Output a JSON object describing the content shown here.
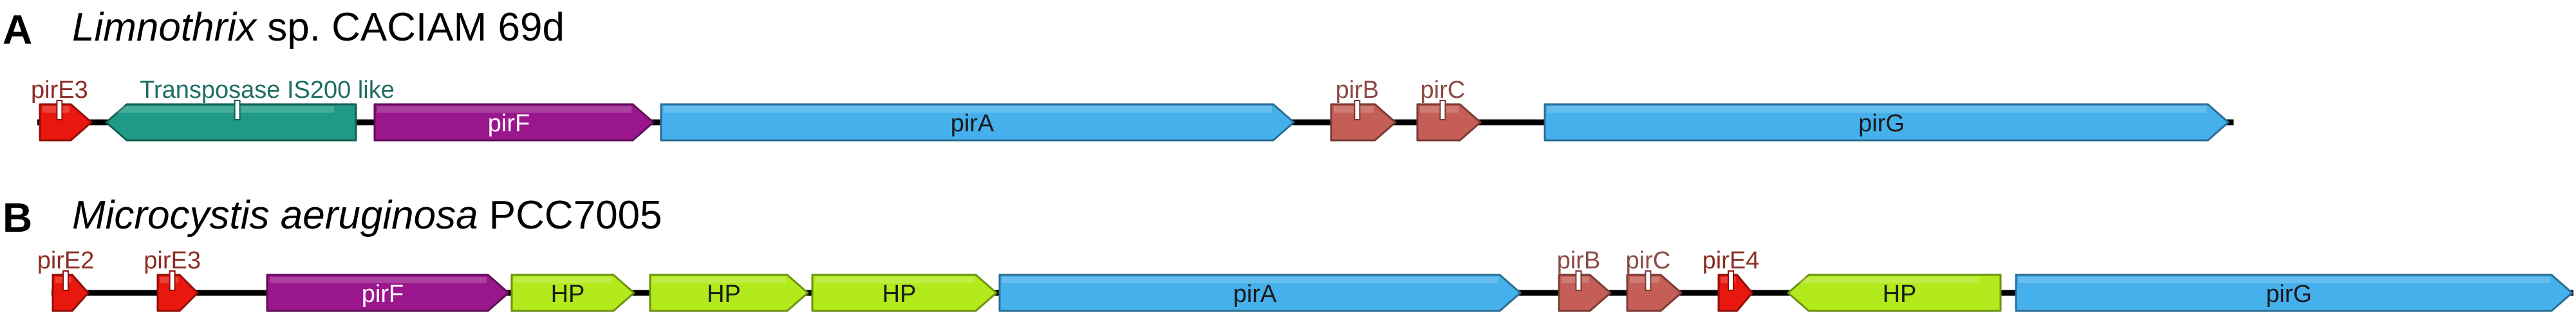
{
  "panels": [
    {
      "letter": "A",
      "organism_italic": "Limnothrix",
      "organism_rest": " sp. CACIAM 69d",
      "genes": [
        {
          "label": "pirE3",
          "color": "#e8180e",
          "dir": "fwd",
          "label_pos": "above",
          "label_color": "#8b2d23"
        },
        {
          "label": "Transposase IS200 like",
          "color": "#1e9a86",
          "dir": "rev",
          "label_pos": "above",
          "label_color": "#1f6f62"
        },
        {
          "label": "pirF",
          "color": "#9a168c",
          "dir": "fwd",
          "label_pos": "inside",
          "label_color": "#ffffff"
        },
        {
          "label": "pirA",
          "color": "#45b0ec",
          "dir": "fwd",
          "label_pos": "inside",
          "label_color": "#1a1a1a"
        },
        {
          "label": "pirB",
          "color": "#c45e56",
          "dir": "fwd",
          "label_pos": "above",
          "label_color": "#8b4a43"
        },
        {
          "label": "pirC",
          "color": "#c45e56",
          "dir": "fwd",
          "label_pos": "above",
          "label_color": "#8b4a43"
        },
        {
          "label": "pirG",
          "color": "#45b0ec",
          "dir": "fwd",
          "label_pos": "inside",
          "label_color": "#1a1a1a"
        }
      ]
    },
    {
      "letter": "B",
      "organism_italic": "Microcystis aeruginosa",
      "organism_rest": " PCC7005",
      "genes": [
        {
          "label": "pirE2",
          "color": "#e8180e",
          "dir": "fwd",
          "label_pos": "above",
          "label_color": "#8b2d23"
        },
        {
          "label": "pirE3",
          "color": "#e8180e",
          "dir": "fwd",
          "label_pos": "above",
          "label_color": "#8b2d23"
        },
        {
          "label": "pirF",
          "color": "#9a168c",
          "dir": "fwd",
          "label_pos": "inside",
          "label_color": "#ffffff"
        },
        {
          "label": "HP",
          "color": "#b2ea1c",
          "dir": "fwd",
          "label_pos": "inside",
          "label_color": "#1a1a1a"
        },
        {
          "label": "HP",
          "color": "#b2ea1c",
          "dir": "fwd",
          "label_pos": "inside",
          "label_color": "#1a1a1a"
        },
        {
          "label": "HP",
          "color": "#b2ea1c",
          "dir": "fwd",
          "label_pos": "inside",
          "label_color": "#1a1a1a"
        },
        {
          "label": "pirA",
          "color": "#45b0ec",
          "dir": "fwd",
          "label_pos": "inside",
          "label_color": "#1a1a1a"
        },
        {
          "label": "pirB",
          "color": "#c45e56",
          "dir": "fwd",
          "label_pos": "above",
          "label_color": "#8b4a43"
        },
        {
          "label": "pirC",
          "color": "#c45e56",
          "dir": "fwd",
          "label_pos": "above",
          "label_color": "#8b4a43"
        },
        {
          "label": "pirE4",
          "color": "#e8180e",
          "dir": "fwd",
          "label_pos": "above",
          "label_color": "#8b2d23"
        },
        {
          "label": "HP",
          "color": "#b2ea1c",
          "dir": "rev",
          "label_pos": "inside",
          "label_color": "#1a1a1a"
        },
        {
          "label": "pirG",
          "color": "#45b0ec",
          "dir": "fwd",
          "label_pos": "inside",
          "label_color": "#1a1a1a"
        }
      ]
    }
  ]
}
